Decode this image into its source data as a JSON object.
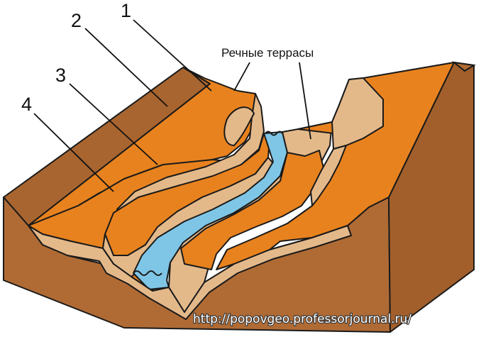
{
  "labels": {
    "terrace_1": "1",
    "terrace_2": "2",
    "terrace_3": "3",
    "terrace_4": "4",
    "caption": "Речные террасы"
  },
  "watermark": "http://popovgeo.professorjournal.ru/",
  "colors": {
    "bedrock": "#B06B35",
    "bedrock_shadow": "#8E5426",
    "terrace_surface": "#E8821E",
    "terrace_scarp": "#E4B98A",
    "river": "#7FC6E6",
    "outline": "#1a1a1a"
  }
}
